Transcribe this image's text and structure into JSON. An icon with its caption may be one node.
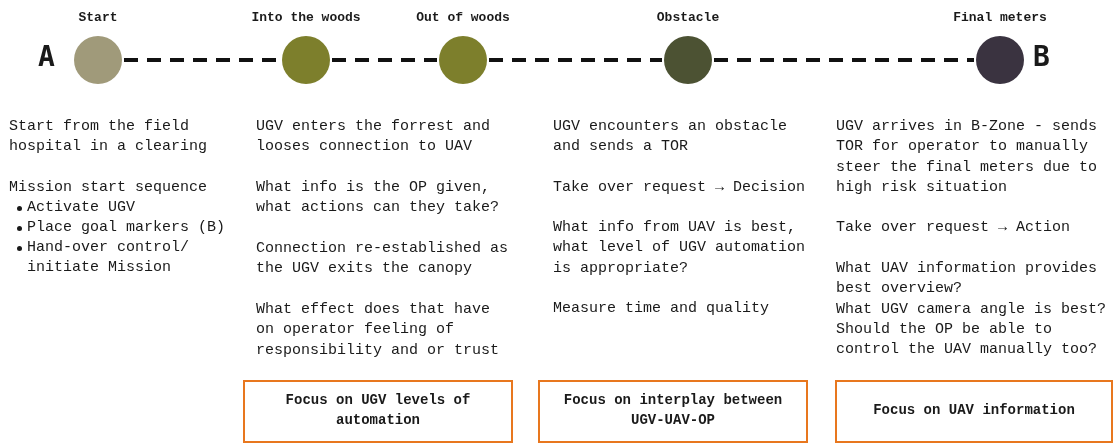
{
  "diagram": {
    "nodes": [
      {
        "text": [
          "Start"
        ],
        "beside": [
          "A"
        ]
      },
      {
        "text": [
          "Into the woods"
        ]
      },
      {
        "text": [
          "Out of woods"
        ]
      },
      {
        "text": [
          "Obstacle"
        ]
      },
      {
        "text": [
          "Final meters"
        ],
        "beside": [
          "B"
        ]
      },
      {
        "text": [
          "Focus on UGV levels of automation"
        ]
      },
      {
        "text": [
          "Focus on interplay between UGV-UAV-OP"
        ]
      },
      {
        "text": [
          "Focus on UAV information"
        ]
      }
    ],
    "edges": [
      {
        "from": 0,
        "to": 1,
        "arrow": "none",
        "style": "dashed"
      },
      {
        "from": 1,
        "to": 2,
        "arrow": "none",
        "style": "dashed"
      },
      {
        "from": 2,
        "to": 3,
        "arrow": "none",
        "style": "dashed"
      },
      {
        "from": 3,
        "to": 4,
        "arrow": "none",
        "style": "dashed"
      }
    ],
    "labels": [
      "Start from the field hospital in a clearing",
      "Mission start sequence",
      "Activate UGV",
      "Place goal markers (B)",
      "Hand-over control/ initiate Mission",
      "UGV enters the forrest and looses connection to UAV",
      "What info is the OP given, what actions can they take?",
      "Connection re-established as the UGV exits the canopy",
      "What effect does that have on operator feeling of responsibility and or trust",
      "UGV encounters an obstacle and sends a TOR",
      "Take over request → Decision",
      "What info from UAV is best, what level of UGV automation is appropriate?",
      "Measure time and quality",
      "UGV arrives in B-Zone - sends TOR for operator to manually steer the final meters due to high risk situation",
      "Take over request → Action",
      "What UAV information provides best overview?",
      "What UGV camera angle is best?",
      "Should the OP be able to control the UAV manually too?"
    ]
  }
}
